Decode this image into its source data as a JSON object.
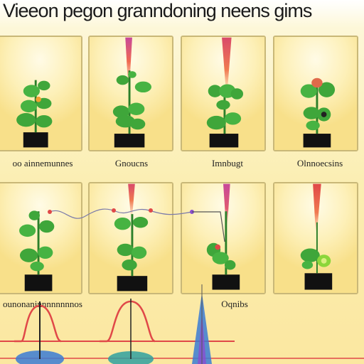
{
  "title": "Vieeon pegon granndoning neens gims",
  "row1_captions": [
    "oo ainnemunnes",
    "Gnoucns",
    "Imnbugt",
    "Olnnoecsins"
  ],
  "row2_captions": [
    "ounonaninnnnnnnnos",
    "",
    "Oqnibs",
    ""
  ],
  "colors": {
    "leaf": "#3fa63a",
    "leaf_dark": "#2b7f2a",
    "pot": "#111111",
    "accent_red": "#e04848",
    "accent_orange": "#f0a030",
    "accent_blue": "#3a7bd5",
    "accent_purple": "#8a4ed0",
    "panel_border": "#c9b878"
  }
}
